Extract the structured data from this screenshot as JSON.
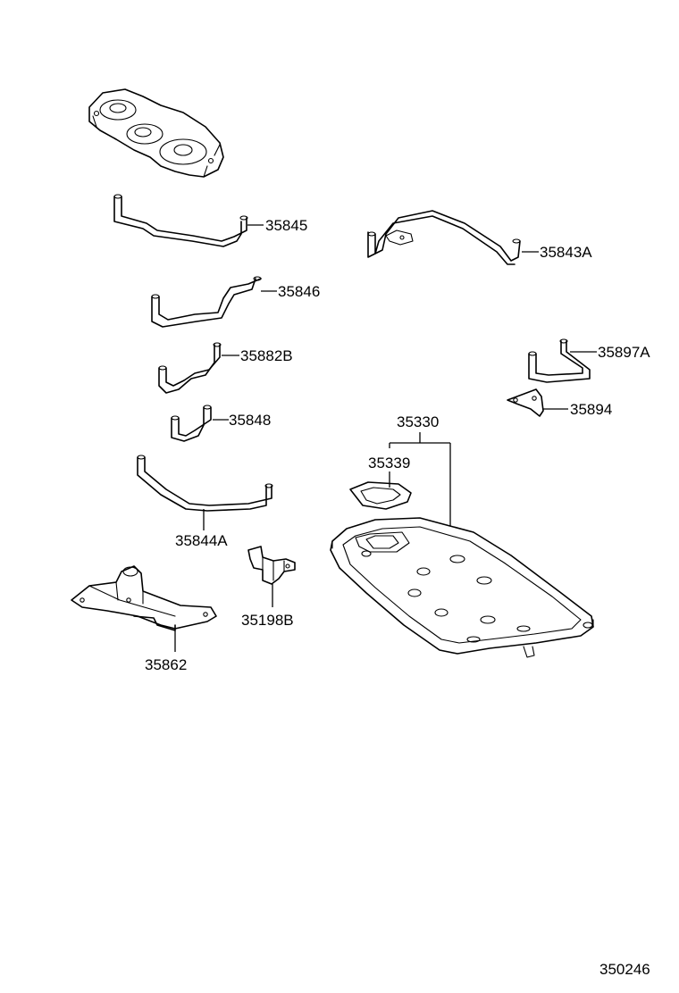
{
  "labels": {
    "p35845": "35845",
    "p35843A": "35843A",
    "p35846": "35846",
    "p35882B": "35882B",
    "p35897A": "35897A",
    "p35894": "35894",
    "p35848": "35848",
    "p35330": "35330",
    "p35339": "35339",
    "p35844A": "35844A",
    "p35198B": "35198B",
    "p35862": "35862",
    "figure_id": "350246"
  },
  "colors": {
    "line": "#000000",
    "background": "#ffffff"
  }
}
